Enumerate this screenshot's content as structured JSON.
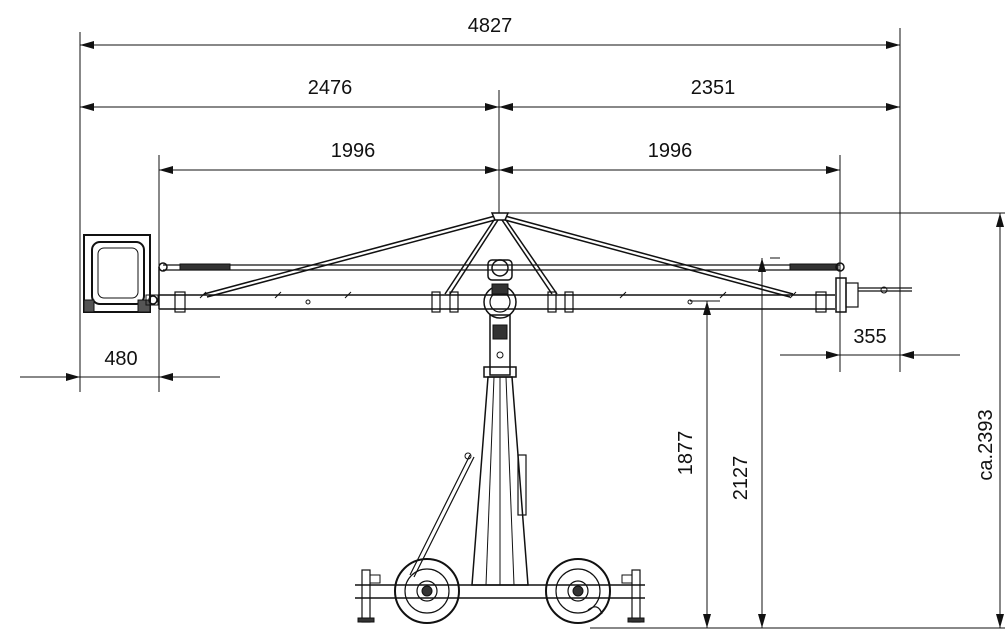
{
  "dimensions": {
    "overall_length": "4827",
    "rear_arm_length": "2476",
    "front_arm_length": "2351",
    "rear_rod_length": "1996",
    "front_rod_length": "1996",
    "counterweight_width": "480",
    "front_overhang": "355",
    "pivot_height": "1877",
    "rod_height": "2127",
    "total_height": "ca.2393"
  },
  "colors": {
    "line": "#111111",
    "background": "#ffffff"
  }
}
